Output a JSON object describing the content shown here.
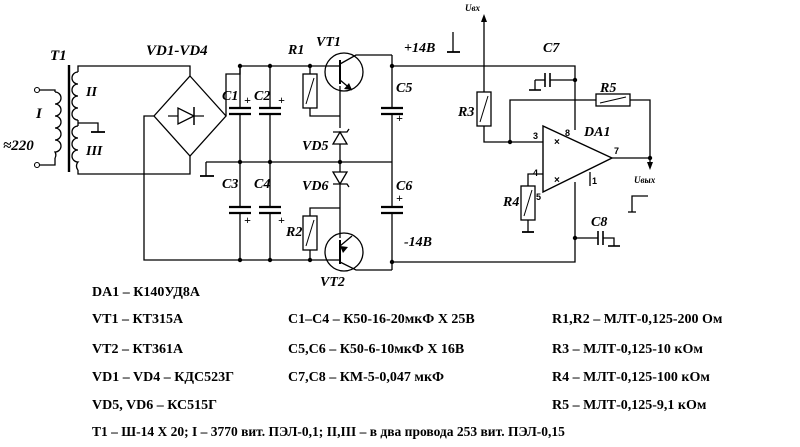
{
  "labels": {
    "t1": "T1",
    "winding_1": "I",
    "winding_2": "II",
    "winding_3": "III",
    "mains": "≈220",
    "bridge": "VD1-VD4",
    "c1": "C1",
    "c2": "C2",
    "c3": "C3",
    "c4": "C4",
    "c5": "C5",
    "c6": "C6",
    "c7": "C7",
    "c8": "C8",
    "r1": "R1",
    "r2": "R2",
    "r3": "R3",
    "r4": "R4",
    "r5": "R5",
    "vt1": "VT1",
    "vt2": "VT2",
    "vd5": "VD5",
    "vd6": "VD6",
    "da1": "DA1",
    "plus14": "+14B",
    "minus14": "-14B",
    "uin": "Uвх",
    "uout": "Uвых",
    "pin_3": "3",
    "pin_8": "8",
    "pin_7": "7",
    "pin_4": "4",
    "pin_5": "5",
    "pin_1": "1"
  },
  "specs": {
    "da1": "DA1 – К140УД8А",
    "vt1": "VT1 – КТ315А",
    "vt2": "VT2 – КТ361А",
    "vd1_4": "VD1 – VD4 – КДС523Г",
    "vd5_6": "VD5, VD6 – КС515Г",
    "c1_c4": "C1–C4 – К50-16-20мкФ X 25В",
    "c5_c6": "C5,C6 – К50-6-10мкФ X 16В",
    "c7_c8": "C7,C8 – КМ-5-0,047 мкФ",
    "r1_r2": "R1,R2 – МЛТ-0,125-200 Ом",
    "r3": "R3 – МЛТ-0,125-10 кОм",
    "r4": "R4 – МЛТ-0,125-100 кОм",
    "r5": "R5 – МЛТ-0,125-9,1 кОм",
    "t1": "T1 – Ш-14 X 20; I – 3770 вит. ПЭЛ-0,1;  II,III – в два провода 253 вит. ПЭЛ-0,15"
  }
}
